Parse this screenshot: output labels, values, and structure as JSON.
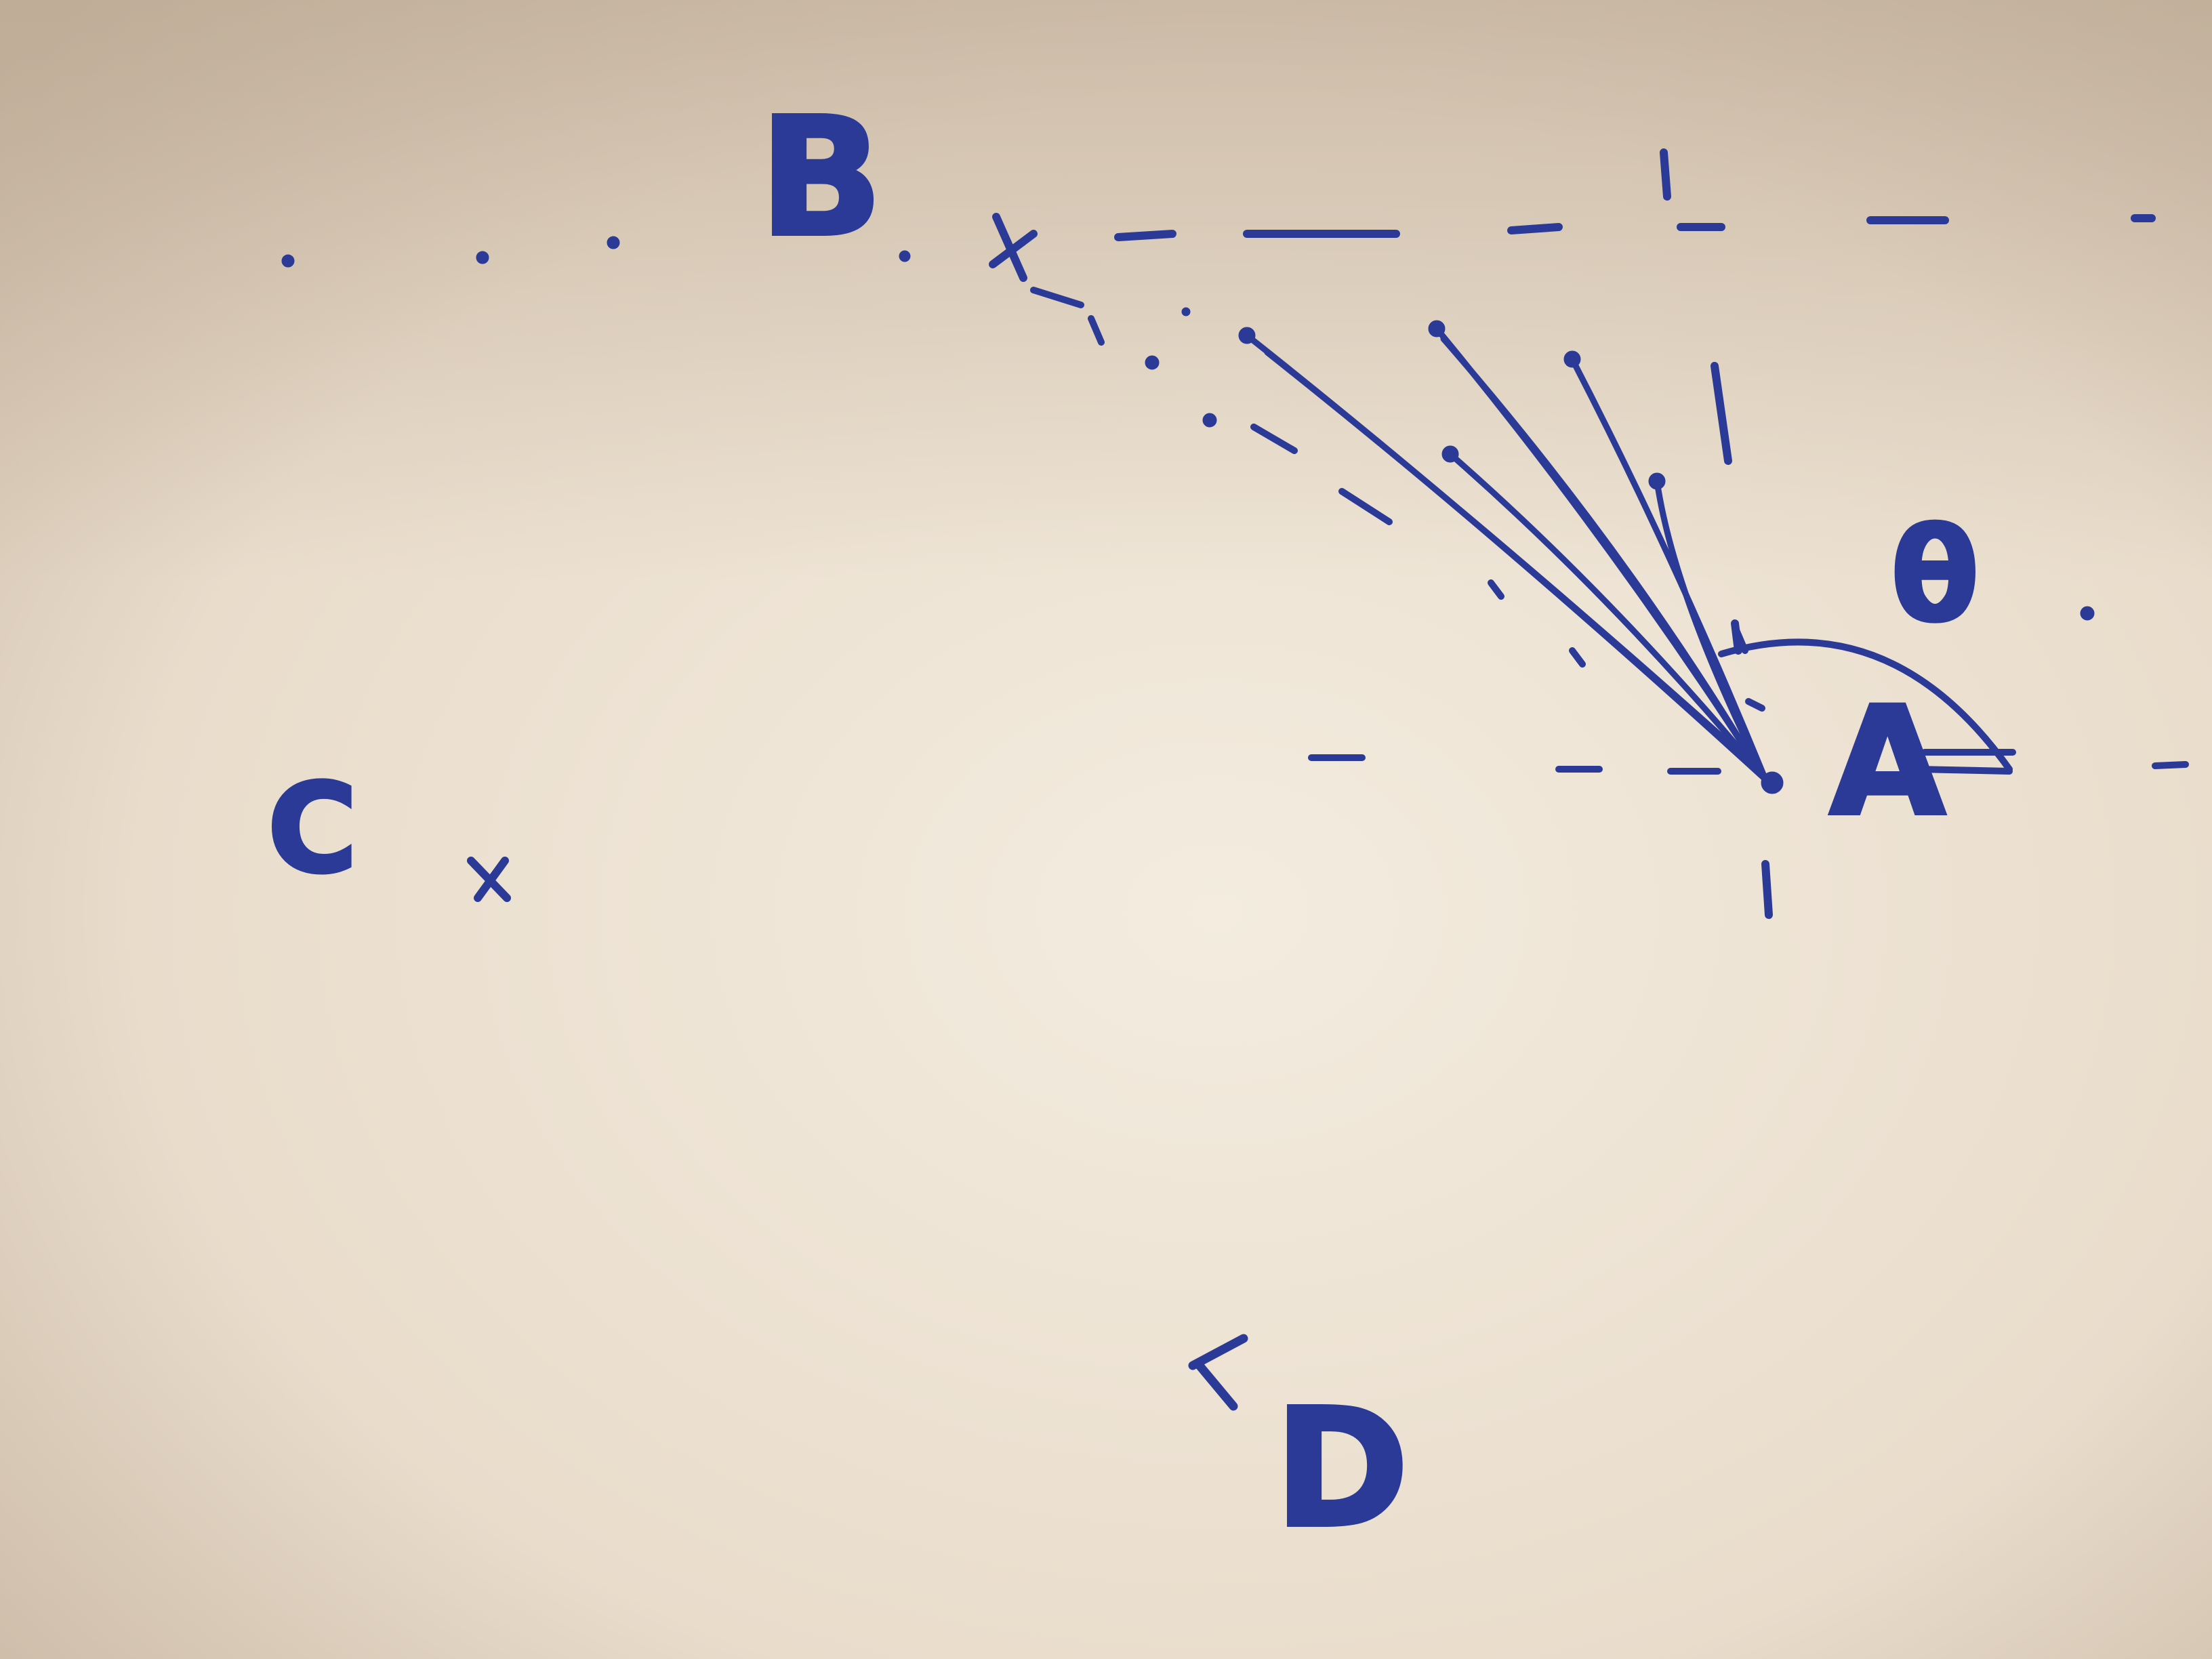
{
  "colors": {
    "paper": "#e9dccb",
    "paper_light": "#f3ecdf",
    "paper_shadow": "#c9b8a4",
    "ink": "#2b3a96"
  },
  "points": {
    "a": {
      "label": "A"
    },
    "b": {
      "label": "B"
    },
    "c": {
      "label": "C"
    },
    "d": {
      "label": "D"
    }
  },
  "angle": {
    "label": "θ"
  }
}
